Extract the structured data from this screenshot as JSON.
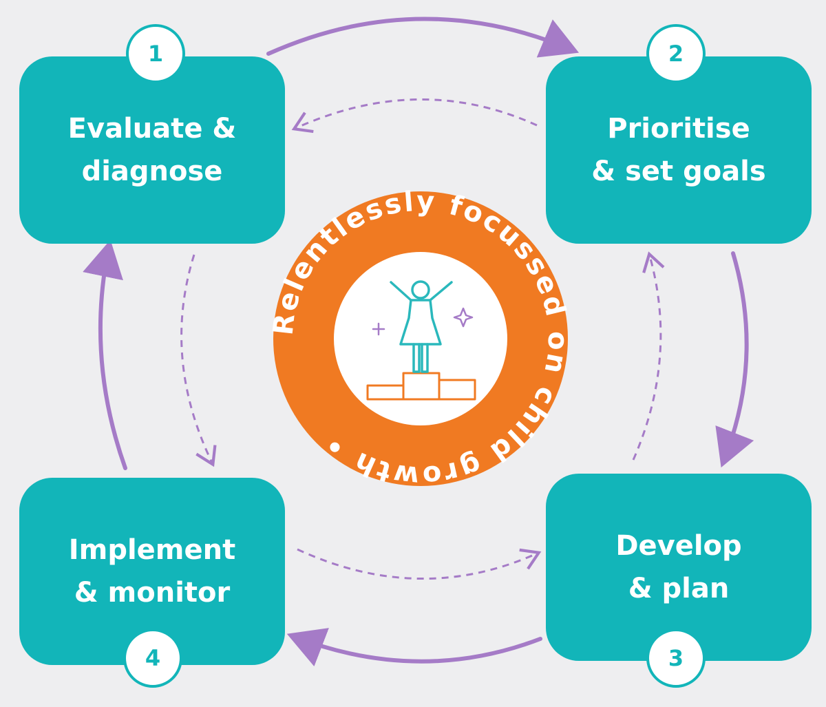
{
  "stages": [
    {
      "step": "1",
      "label": "Evaluate &\ndiagnose"
    },
    {
      "step": "2",
      "label": "Prioritise\n& set goals"
    },
    {
      "step": "3",
      "label": "Develop\n& plan"
    },
    {
      "step": "4",
      "label": "Implement\n& monitor"
    }
  ],
  "center": {
    "ring_text": "Relentlessly focussed on child growth",
    "separator": "•",
    "icon": "child-on-podium-icon"
  },
  "colors": {
    "background": "#eeeef0",
    "stage_fill": "#12b5b9",
    "badge_text": "#12b5b9",
    "arrow": "#a57bc7",
    "ring": "#f07a22",
    "icon_teal": "#2ab8bc",
    "icon_orange": "#f07a22",
    "icon_purple": "#a57bc7"
  }
}
